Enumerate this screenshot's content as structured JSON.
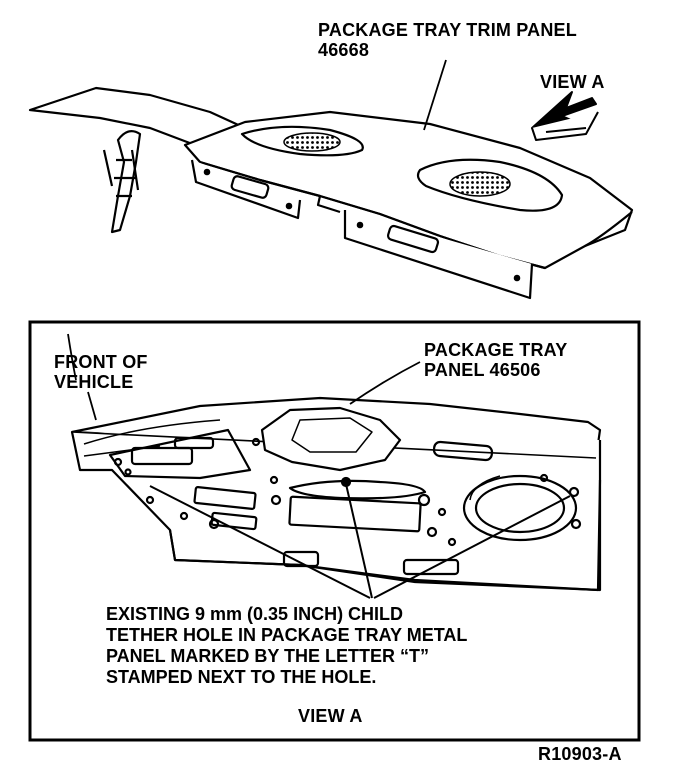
{
  "top": {
    "trim_panel_label_line1": "PACKAGE TRAY TRIM PANEL",
    "trim_panel_label_line2": "46668",
    "view_a_label": "VIEW A"
  },
  "inset": {
    "front_label_line1": "FRONT OF",
    "front_label_line2": "VEHICLE",
    "tray_panel_label_line1": "PACKAGE TRAY",
    "tray_panel_label_line2": "PANEL 46506",
    "note_line1": "EXISTING 9 mm (0.35 INCH) CHILD",
    "note_line2": "TETHER HOLE IN PACKAGE TRAY METAL",
    "note_line3": "PANEL MARKED BY THE LETTER “T”",
    "note_line4": "STAMPED NEXT TO THE HOLE.",
    "view_caption": "VIEW A"
  },
  "figure_id": "R10903-A"
}
